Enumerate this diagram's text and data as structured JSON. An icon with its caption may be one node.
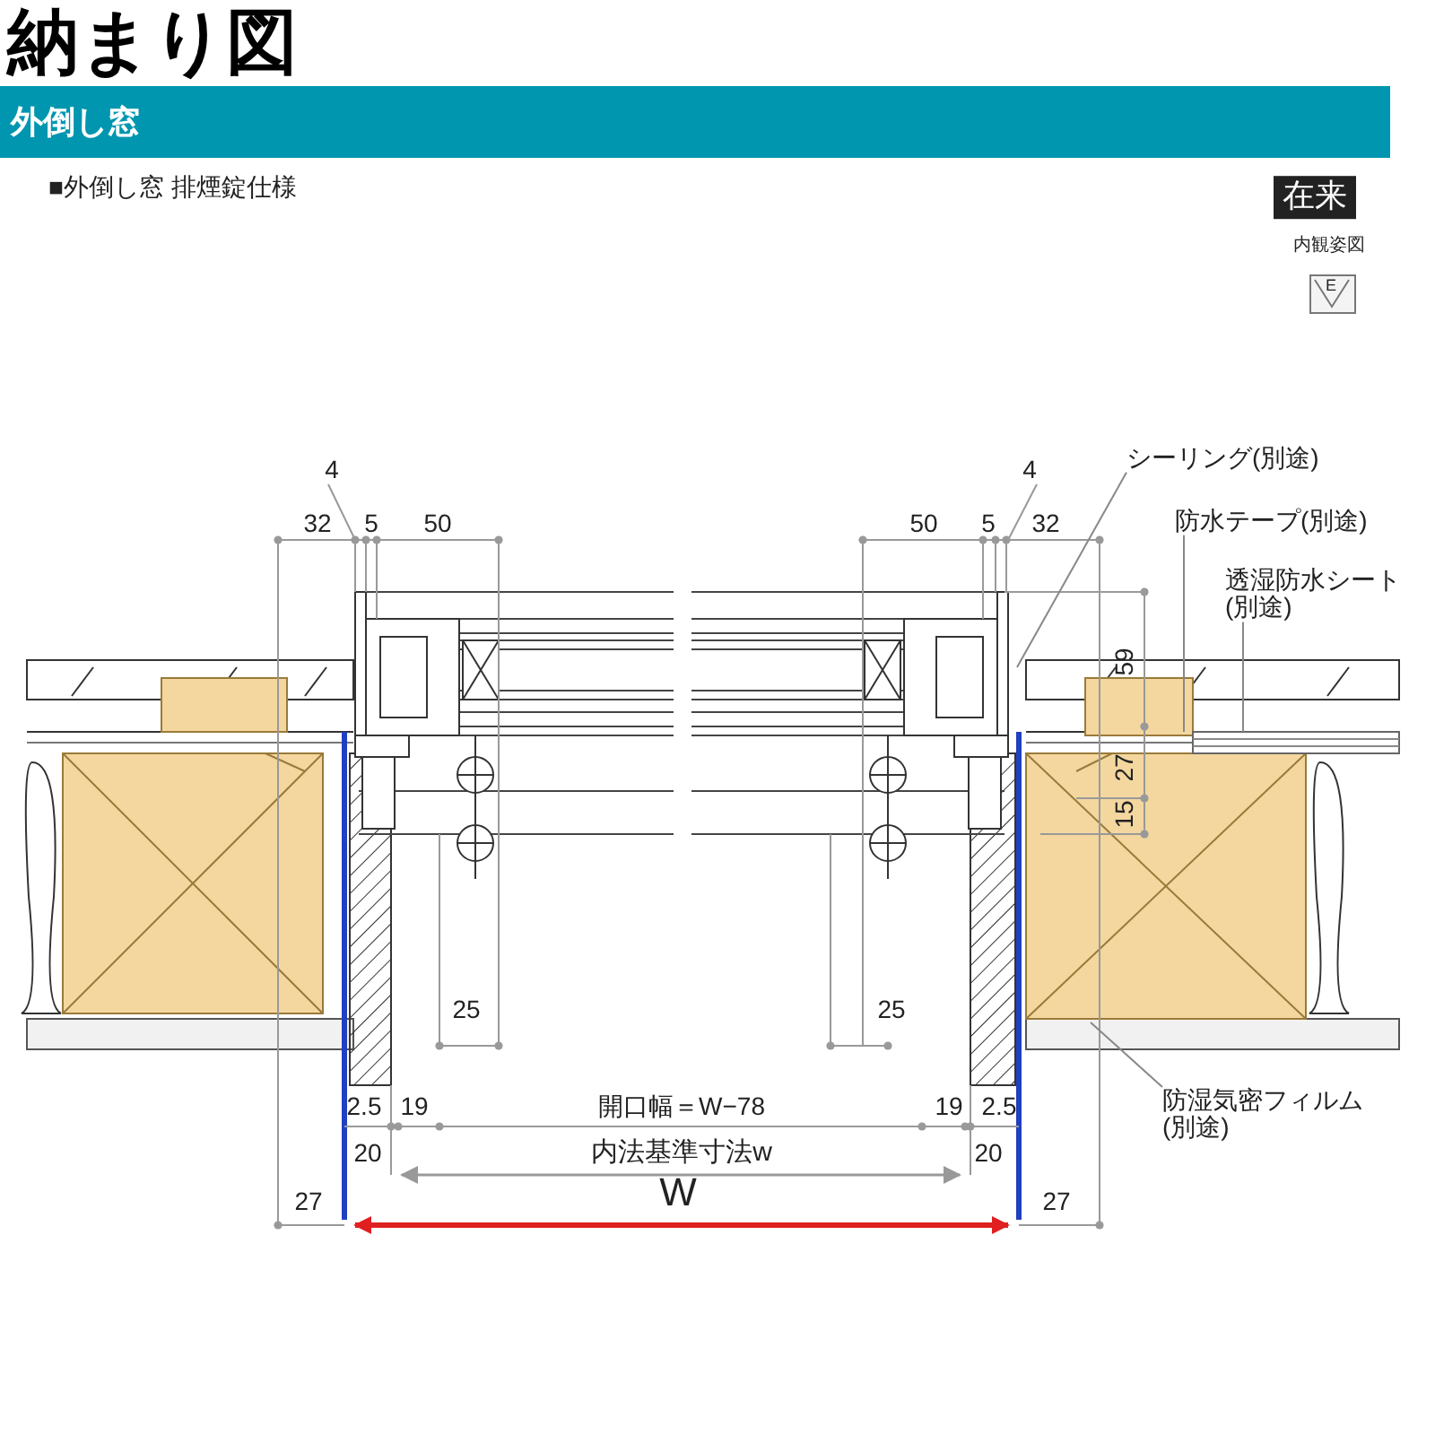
{
  "diagram": {
    "title": "納まり図",
    "nodes": [
      {
        "text": [
          "シーリング(別途)"
        ]
      },
      {
        "text": [
          "防水テープ(別途)"
        ]
      },
      {
        "text": [
          "透湿防水シート (別途)"
        ]
      },
      {
        "text": [
          "防湿気密フィルム (別途)"
        ]
      }
    ],
    "edges": [
      {
        "from": 0,
        "to": null,
        "arrow": "none"
      },
      {
        "from": 1,
        "to": null,
        "arrow": "none"
      },
      {
        "from": 2,
        "to": null,
        "arrow": "none"
      },
      {
        "from": 3,
        "to": null,
        "arrow": "none"
      }
    ],
    "labels": [
      "外倒し窓",
      "■外倒し窓 排煙錠仕様",
      "在来",
      "内観姿図",
      "E",
      "4",
      "32",
      "5",
      "50",
      "50",
      "5",
      "4",
      "32",
      "59",
      "27",
      "15",
      "25",
      "25",
      "2.5",
      "19",
      "開口幅＝W−78",
      "19",
      "2.5",
      "20",
      "内法基準寸法w",
      "20",
      "27",
      "W",
      "27"
    ]
  }
}
